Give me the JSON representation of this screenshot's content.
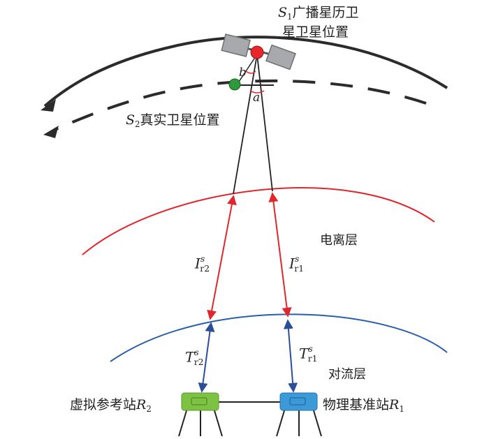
{
  "labels": {
    "s1_symbol": "S",
    "s1_index": "1",
    "s1_line1": "广播星历卫",
    "s1_line2": "星卫星位置",
    "s2_symbol": "S",
    "s2_index": "2",
    "s2_text": "真实卫星位置",
    "angle_b": "b",
    "angle_a": "a",
    "ionosphere": "电离层",
    "troposphere": "对流层",
    "i_r2_base": "I",
    "i_r2_sup": "s",
    "i_r2_sub": "r2",
    "i_r1_base": "I",
    "i_r1_sup": "s",
    "i_r1_sub": "r1",
    "t_r2_base": "T",
    "t_r2_sup": "s",
    "t_r2_sub": "r2",
    "t_r1_base": "T",
    "t_r1_sup": "s",
    "t_r1_sub": "r1",
    "virtual_station": "虚拟参考站",
    "virtual_station_symbol": "R",
    "virtual_station_index": "2",
    "physical_station": "物理基准站",
    "physical_station_symbol": "R",
    "physical_station_index": "1"
  },
  "colors": {
    "orbit": "#2b2b2b",
    "ionosphere": "#e0262b",
    "troposphere": "#2a5ea8",
    "signal_iono": "#e0262b",
    "signal_tropo": "#2a4e9a",
    "broadcast_sat": "#e8262b",
    "true_sat": "#2e9a3a",
    "virtual_station": "#7dc242",
    "physical_station": "#3c9ad8",
    "solar_panel": "#a7a9ac"
  }
}
